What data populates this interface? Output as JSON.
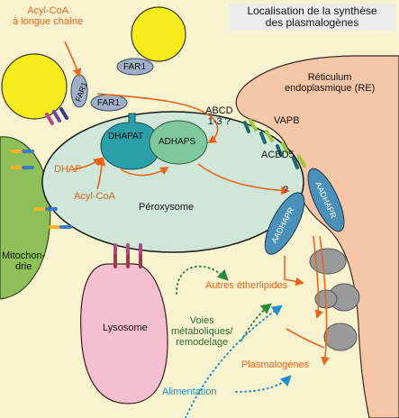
{
  "title": {
    "line1": "Localisation de la synthèse",
    "line2": "des plasmalogènes"
  },
  "labels": {
    "acyl_coa_long_1": "Acyl-CoA",
    "acyl_coa_long_2": "à longue chaîne",
    "far1_top": "FAR1",
    "far1_left": "FAR1",
    "far1_mid": "FAR1",
    "er_1": "Réticulum",
    "er_2": "endoplasmique (RE)",
    "abcd_1": "ABCD",
    "abcd_2": "1-3 ?",
    "vapb": "VAPB",
    "acbd5": "ACBD5",
    "dhapat": "DHAPAT",
    "adhaps": "ADHAPS",
    "dhap": "DHAP",
    "acyl_coa": "Acyl-CoA",
    "peroxysome": "Péroxysome",
    "question": "?",
    "aadhapr_1": "AADHAPR",
    "aadhapr_2": "AADHAPR",
    "mito_1": "Mitochon-",
    "mito_2": "drie",
    "autres_etherlipides": "Autres étherlipides",
    "voies_1": "Voies",
    "voies_2": "métaboliques/",
    "voies_3": "remodelage",
    "lysosome": "Lysosome",
    "plasmalogenes": "Plasmalogènes",
    "alimentation": "Alimentation"
  },
  "colors": {
    "background": "#f9f2cf",
    "er": "#f6c6a8",
    "peroxisome": "#cfe6d8",
    "mitochondria": "#8fbf58",
    "lysosome": "#f6bfcf",
    "lipid_droplet": "#f6ec1c",
    "flow_orange": "#e8641a",
    "metabolic_green": "#2a8a3a",
    "dietary_blue": "#1f8fd0",
    "dhapat": "#2a9fa8",
    "adhaps": "#7fc79c",
    "protein_gray": "#9fb0c8"
  }
}
